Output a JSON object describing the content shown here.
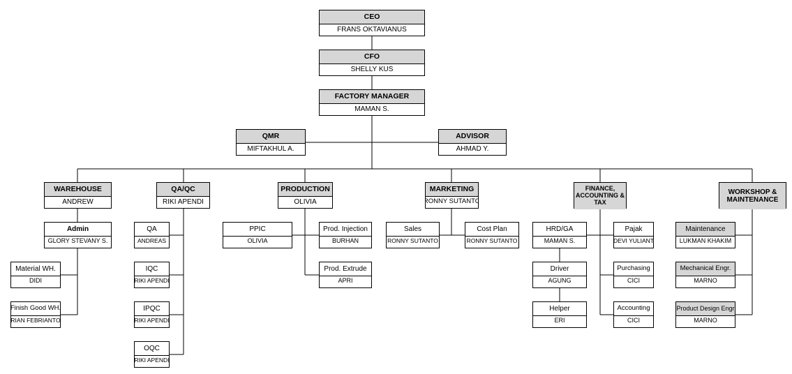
{
  "ceo": {
    "title": "CEO",
    "name": "FRANS OKTAVIANUS"
  },
  "cfo": {
    "title": "CFO",
    "name": "SHELLY KUS"
  },
  "factory_manager": {
    "title": "FACTORY MANAGER",
    "name": "MAMAN S."
  },
  "qmr": {
    "title": "QMR",
    "name": "MIFTAKHUL A."
  },
  "advisor": {
    "title": "ADVISOR",
    "name": "AHMAD Y."
  },
  "departments": {
    "warehouse": {
      "title": "WAREHOUSE",
      "name": "ANDREW"
    },
    "qaqc": {
      "title": "QA/QC",
      "name": "RIKI APENDI"
    },
    "production": {
      "title": "PRODUCTION",
      "name": "OLIVIA"
    },
    "marketing": {
      "title": "MARKETING",
      "name": "RONNY SUTANTO"
    },
    "finance": {
      "title": "FINANCE, ACCOUNTING & TAX"
    },
    "workshop": {
      "title": "WORKSHOP & MAINTENANCE"
    }
  },
  "warehouse_subs": [
    {
      "title": "Admin",
      "name": "GLORY STEVANY S."
    },
    {
      "title": "Material WH.",
      "name": "DIDI"
    },
    {
      "title": "Finish Good WH.",
      "name": "RIAN FEBRIANTO"
    }
  ],
  "qaqc_subs": [
    {
      "title": "QA",
      "name": "ANDREAS"
    },
    {
      "title": "IQC",
      "name": "RIKI APENDI"
    },
    {
      "title": "IPQC",
      "name": "RIKI APENDI"
    },
    {
      "title": "OQC",
      "name": "RIKI APENDI"
    }
  ],
  "production_subs": [
    {
      "title": "PPIC",
      "name": "OLIVIA"
    },
    {
      "title": "Prod. Injection",
      "name": "BURHAN"
    },
    {
      "title": "Prod. Extrude",
      "name": "APRI"
    }
  ],
  "marketing_subs": [
    {
      "title": "Sales",
      "name": "RONNY SUTANTO"
    },
    {
      "title": "Cost Plan",
      "name": "RONNY SUTANTO"
    }
  ],
  "finance_subs": [
    {
      "title": "HRD/GA",
      "name": "MAMAN S."
    },
    {
      "title": "Driver",
      "name": "AGUNG"
    },
    {
      "title": "Helper",
      "name": "ERI"
    },
    {
      "title": "Pajak",
      "name": "DEVI YULIANT"
    },
    {
      "title": "Purchasing",
      "name": "CICI"
    },
    {
      "title": "Accounting",
      "name": "CICI"
    }
  ],
  "workshop_subs": [
    {
      "title": "Maintenance",
      "name": "LUKMAN KHAKIM"
    },
    {
      "title": "Mechanical Engr.",
      "name": "MARNO"
    },
    {
      "title": "Product Design Engr",
      "name": "MARNO"
    }
  ]
}
